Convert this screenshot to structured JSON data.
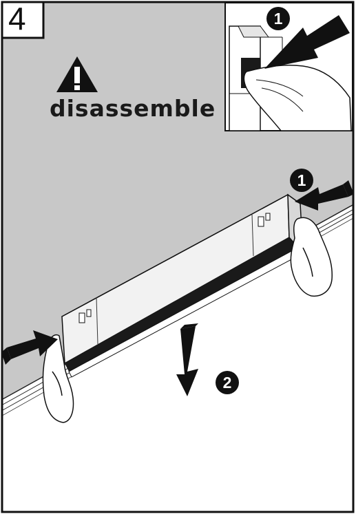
{
  "step": {
    "number": "4"
  },
  "warning": {
    "icon": "warning-triangle-icon",
    "label": "disassemble"
  },
  "badges": {
    "inset_step": "1",
    "main_step_1": "1",
    "main_step_2": "2"
  },
  "colors": {
    "wall": "#c8c8c8",
    "ink": "#111111",
    "paper": "#ffffff"
  }
}
